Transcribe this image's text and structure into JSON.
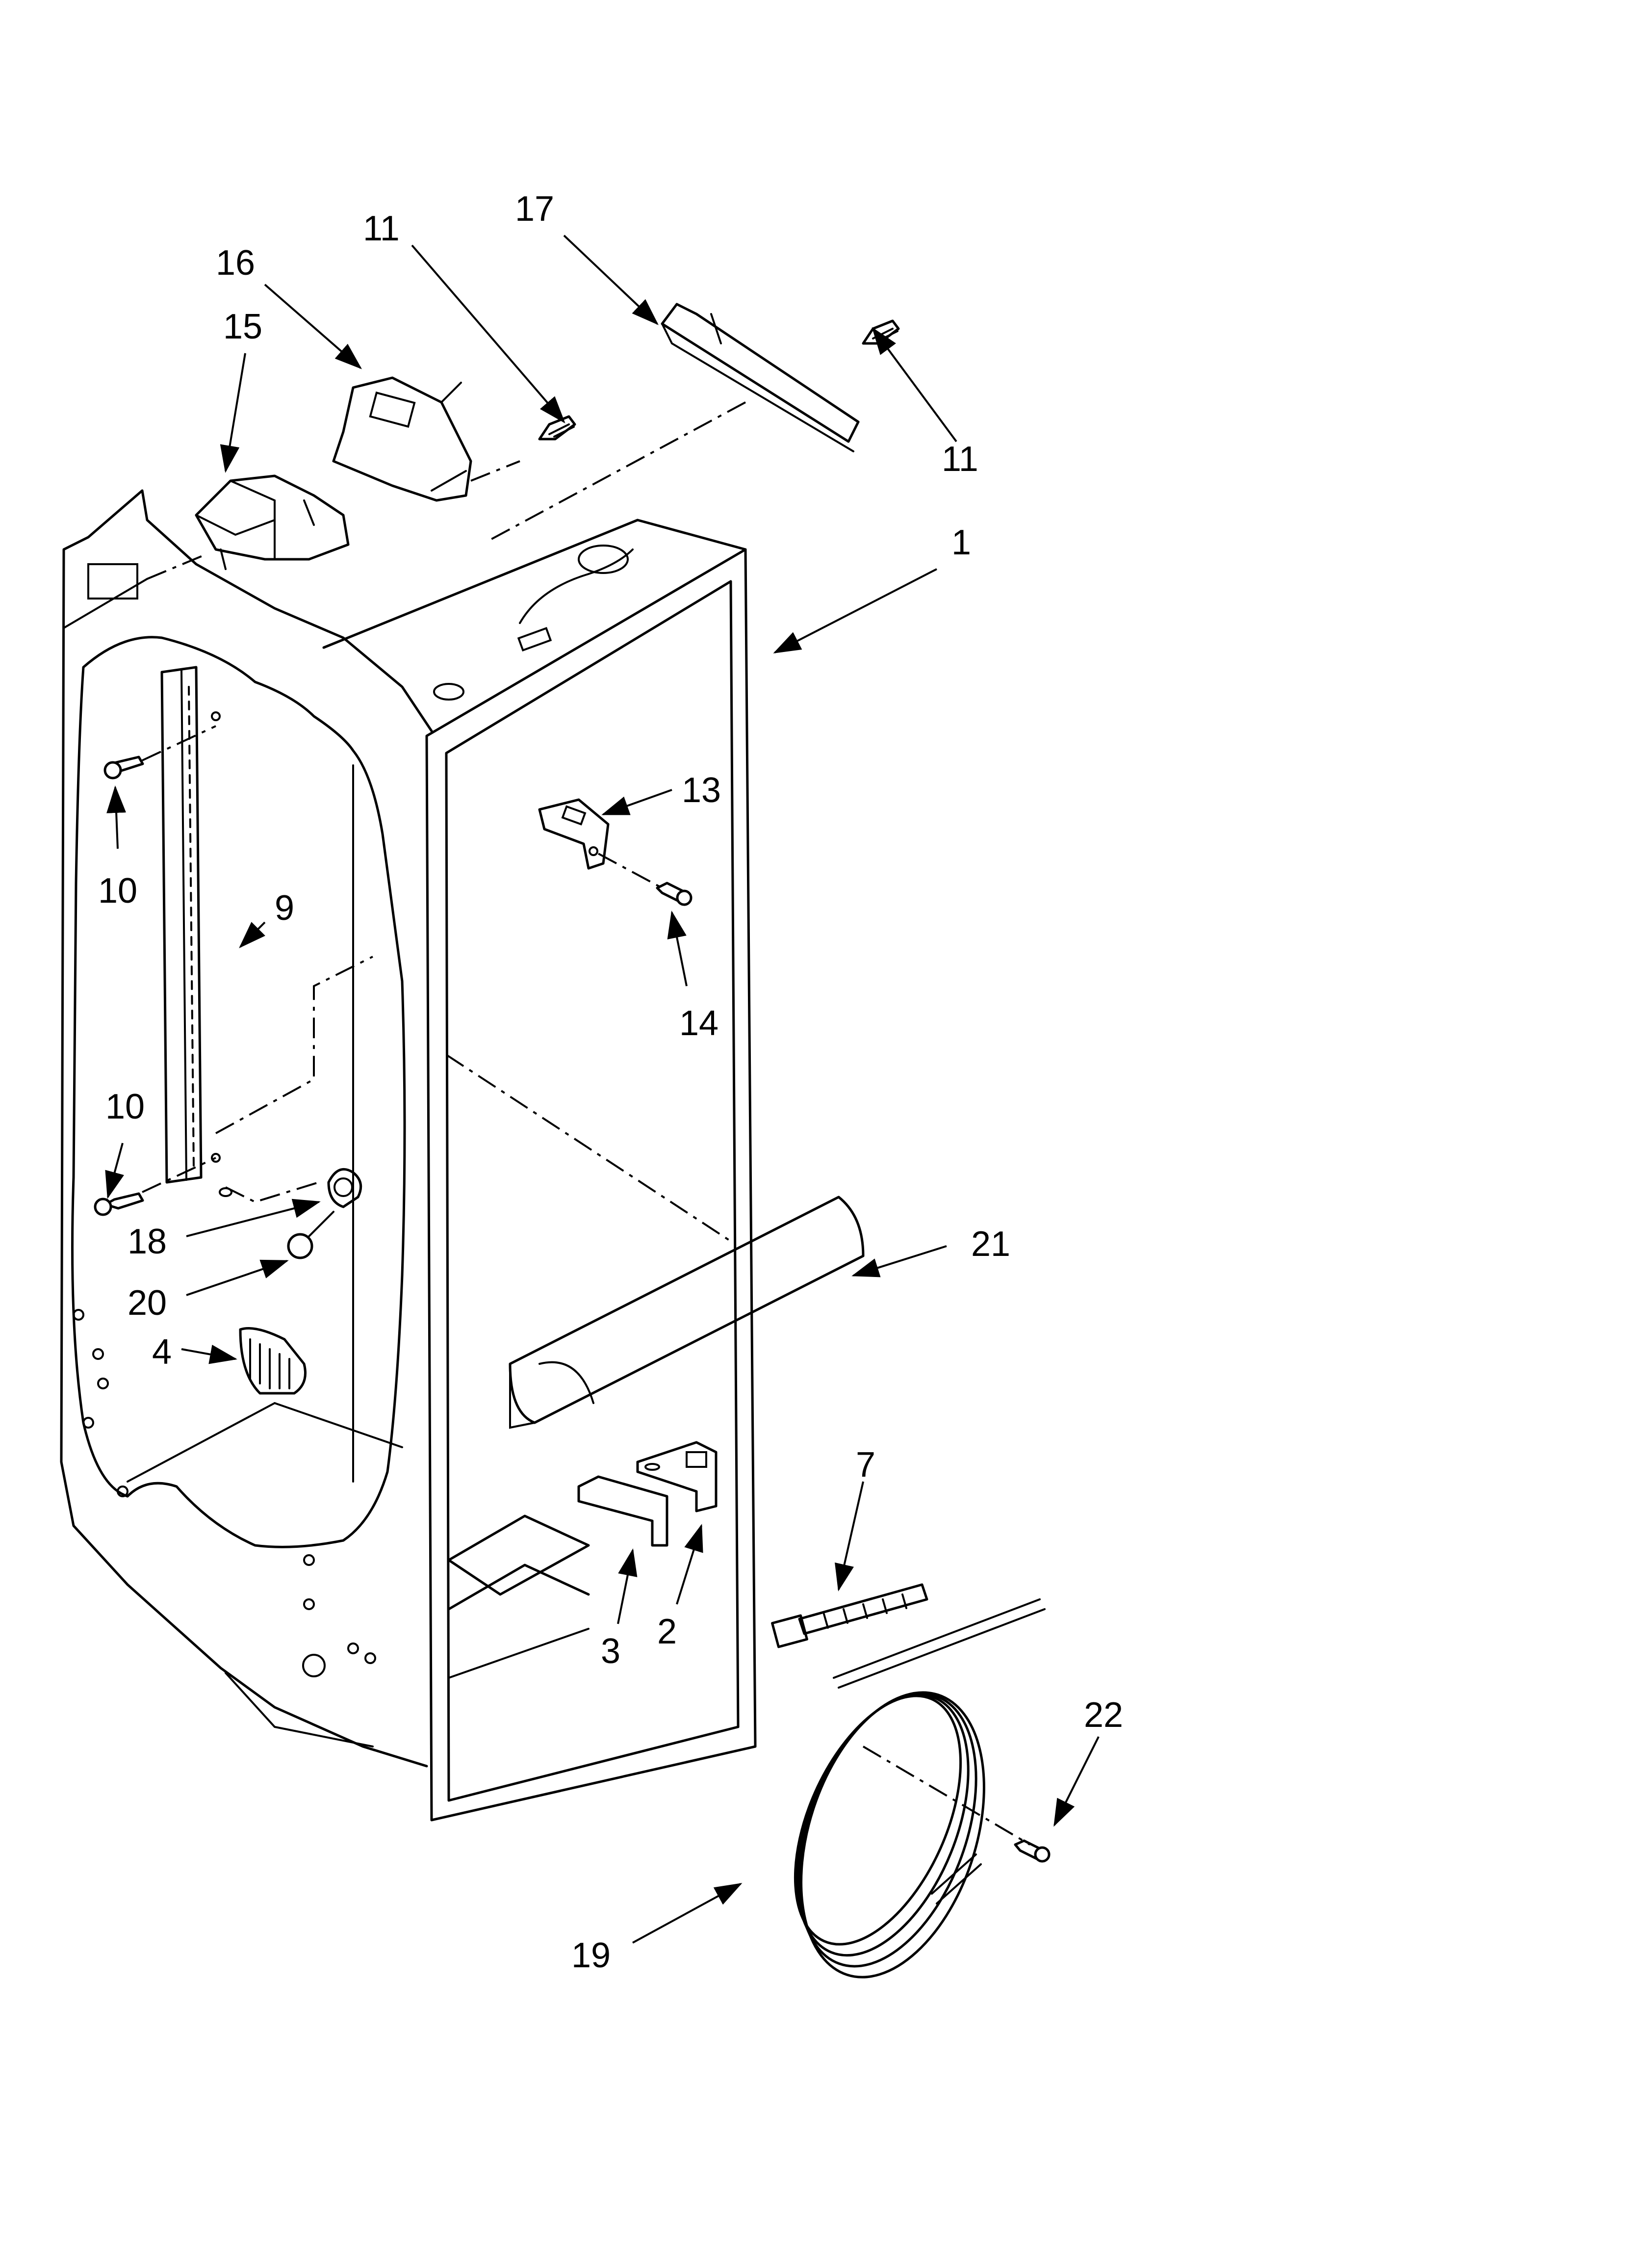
{
  "callouts": [
    {
      "id": "c1",
      "label": "1"
    },
    {
      "id": "c2",
      "label": "2"
    },
    {
      "id": "c3",
      "label": "3"
    },
    {
      "id": "c4",
      "label": "4"
    },
    {
      "id": "c7",
      "label": "7"
    },
    {
      "id": "c9",
      "label": "9"
    },
    {
      "id": "c10a",
      "label": "10"
    },
    {
      "id": "c10b",
      "label": "10"
    },
    {
      "id": "c11a",
      "label": "11"
    },
    {
      "id": "c11b",
      "label": "11"
    },
    {
      "id": "c13",
      "label": "13"
    },
    {
      "id": "c14",
      "label": "14"
    },
    {
      "id": "c15",
      "label": "15"
    },
    {
      "id": "c16",
      "label": "16"
    },
    {
      "id": "c17",
      "label": "17"
    },
    {
      "id": "c18",
      "label": "18"
    },
    {
      "id": "c19",
      "label": "19"
    },
    {
      "id": "c20",
      "label": "20"
    },
    {
      "id": "c21",
      "label": "21"
    },
    {
      "id": "c22",
      "label": "22"
    }
  ]
}
